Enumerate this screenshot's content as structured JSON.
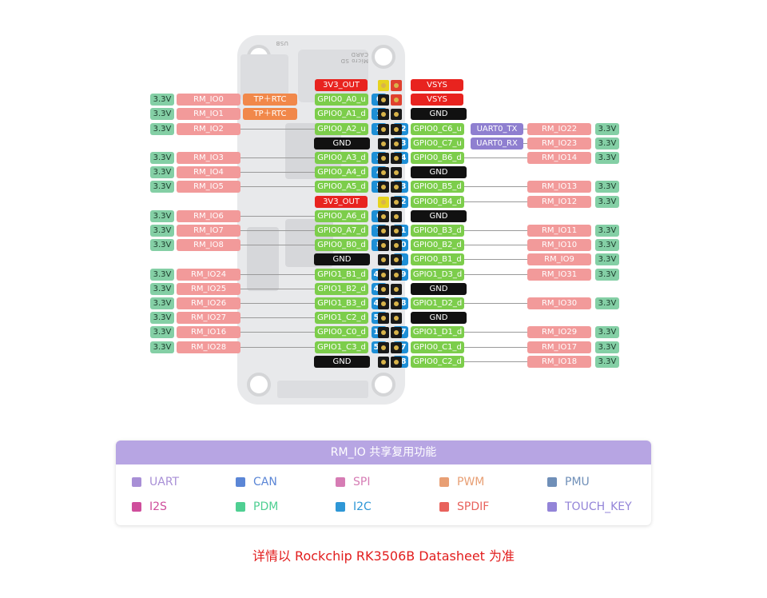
{
  "board": {
    "sd_label": "Micro SD CARD",
    "usb_label": "USB"
  },
  "pin_colors": {
    "power_3v3": "#84cfa5",
    "rm_io": "#f29a9a",
    "tp_rtc": "#f1884a",
    "gpio": "#7ccd4b",
    "pin_number": "#1e8fd6",
    "power_rail": "#e8231f",
    "ground": "#111111",
    "uart": "#8f7fd0"
  },
  "left_pins": [
    {
      "voltage": "",
      "rm": "",
      "func": "",
      "gpio": "3V3_OUT",
      "num": "",
      "kind": "power"
    },
    {
      "voltage": "3.3V",
      "rm": "RM_IO0",
      "func": "TP＋RTC",
      "gpio": "GPIO0_A0_u",
      "num": "0",
      "kind": "gpio"
    },
    {
      "voltage": "3.3V",
      "rm": "RM_IO1",
      "func": "TP＋RTC",
      "gpio": "GPIO0_A1_d",
      "num": "1",
      "kind": "gpio"
    },
    {
      "voltage": "3.3V",
      "rm": "RM_IO2",
      "func": "",
      "gpio": "GPIO0_A2_u",
      "num": "2",
      "kind": "gpio"
    },
    {
      "voltage": "",
      "rm": "",
      "func": "",
      "gpio": "GND",
      "num": "",
      "kind": "gnd"
    },
    {
      "voltage": "3.3V",
      "rm": "RM_IO3",
      "func": "",
      "gpio": "GPIO0_A3_d",
      "num": "3",
      "kind": "gpio"
    },
    {
      "voltage": "3.3V",
      "rm": "RM_IO4",
      "func": "",
      "gpio": "GPIO0_A4_d",
      "num": "4",
      "kind": "gpio"
    },
    {
      "voltage": "3.3V",
      "rm": "RM_IO5",
      "func": "",
      "gpio": "GPIO0_A5_d",
      "num": "5",
      "kind": "gpio"
    },
    {
      "voltage": "",
      "rm": "",
      "func": "",
      "gpio": "3V3_OUT",
      "num": "",
      "kind": "power"
    },
    {
      "voltage": "3.3V",
      "rm": "RM_IO6",
      "func": "",
      "gpio": "GPIO0_A6_d",
      "num": "6",
      "kind": "gpio"
    },
    {
      "voltage": "3.3V",
      "rm": "RM_IO7",
      "func": "",
      "gpio": "GPIO0_A7_d",
      "num": "7",
      "kind": "gpio"
    },
    {
      "voltage": "3.3V",
      "rm": "RM_IO8",
      "func": "",
      "gpio": "GPIO0_B0_d",
      "num": "8",
      "kind": "gpio"
    },
    {
      "voltage": "",
      "rm": "",
      "func": "",
      "gpio": "GND",
      "num": "",
      "kind": "gnd"
    },
    {
      "voltage": "3.3V",
      "rm": "RM_IO24",
      "func": "",
      "gpio": "GPIO1_B1_d",
      "num": "41",
      "kind": "gpio"
    },
    {
      "voltage": "3.3V",
      "rm": "RM_IO25",
      "func": "",
      "gpio": "GPIO1_B2_d",
      "num": "42",
      "kind": "gpio"
    },
    {
      "voltage": "3.3V",
      "rm": "RM_IO26",
      "func": "",
      "gpio": "GPIO1_B3_d",
      "num": "43",
      "kind": "gpio"
    },
    {
      "voltage": "3.3V",
      "rm": "RM_IO27",
      "func": "",
      "gpio": "GPIO1_C2_d",
      "num": "50",
      "kind": "gpio"
    },
    {
      "voltage": "3.3V",
      "rm": "RM_IO16",
      "func": "",
      "gpio": "GPIO0_C0_d",
      "num": "16",
      "kind": "gpio"
    },
    {
      "voltage": "3.3V",
      "rm": "RM_IO28",
      "func": "",
      "gpio": "GPIO1_C3_d",
      "num": "51",
      "kind": "gpio"
    },
    {
      "voltage": "",
      "rm": "",
      "func": "",
      "gpio": "GND",
      "num": "",
      "kind": "gnd"
    }
  ],
  "right_pins": [
    {
      "num": "",
      "gpio": "VSYS",
      "func": "",
      "rm": "",
      "voltage": "",
      "kind": "power"
    },
    {
      "num": "",
      "gpio": "VSYS",
      "func": "",
      "rm": "",
      "voltage": "",
      "kind": "power"
    },
    {
      "num": "",
      "gpio": "GND",
      "func": "",
      "rm": "",
      "voltage": "",
      "kind": "gnd"
    },
    {
      "num": "22",
      "gpio": "GPIO0_C6_u",
      "func": "UART0_TX",
      "rm": "RM_IO22",
      "voltage": "3.3V",
      "kind": "gpio"
    },
    {
      "num": "23",
      "gpio": "GPIO0_C7_u",
      "func": "UART0_RX",
      "rm": "RM_IO23",
      "voltage": "3.3V",
      "kind": "gpio"
    },
    {
      "num": "14",
      "gpio": "GPIO0_B6_d",
      "func": "",
      "rm": "RM_IO14",
      "voltage": "3.3V",
      "kind": "gpio"
    },
    {
      "num": "",
      "gpio": "GND",
      "func": "",
      "rm": "",
      "voltage": "",
      "kind": "gnd"
    },
    {
      "num": "13",
      "gpio": "GPIO0_B5_d",
      "func": "",
      "rm": "RM_IO13",
      "voltage": "3.3V",
      "kind": "gpio"
    },
    {
      "num": "12",
      "gpio": "GPIO0_B4_d",
      "func": "",
      "rm": "RM_IO12",
      "voltage": "3.3V",
      "kind": "gpio"
    },
    {
      "num": "",
      "gpio": "GND",
      "func": "",
      "rm": "",
      "voltage": "",
      "kind": "gnd"
    },
    {
      "num": "11",
      "gpio": "GPIO0_B3_d",
      "func": "",
      "rm": "RM_IO11",
      "voltage": "3.3V",
      "kind": "gpio"
    },
    {
      "num": "10",
      "gpio": "GPIO0_B2_d",
      "func": "",
      "rm": "RM_IO10",
      "voltage": "3.3V",
      "kind": "gpio"
    },
    {
      "num": "9",
      "gpio": "GPIO0_B1_d",
      "func": "",
      "rm": "RM_IO9",
      "voltage": "3.3V",
      "kind": "gpio"
    },
    {
      "num": "59",
      "gpio": "GPIO1_D3_d",
      "func": "",
      "rm": "RM_IO31",
      "voltage": "3.3V",
      "kind": "gpio"
    },
    {
      "num": "",
      "gpio": "GND",
      "func": "",
      "rm": "",
      "voltage": "",
      "kind": "gnd"
    },
    {
      "num": "58",
      "gpio": "GPIO1_D2_d",
      "func": "",
      "rm": "RM_IO30",
      "voltage": "3.3V",
      "kind": "gpio"
    },
    {
      "num": "",
      "gpio": "GND",
      "func": "",
      "rm": "",
      "voltage": "",
      "kind": "gnd"
    },
    {
      "num": "57",
      "gpio": "GPIO1_D1_d",
      "func": "",
      "rm": "RM_IO29",
      "voltage": "3.3V",
      "kind": "gpio"
    },
    {
      "num": "17",
      "gpio": "GPIO0_C1_d",
      "func": "",
      "rm": "RM_IO17",
      "voltage": "3.3V",
      "kind": "gpio"
    },
    {
      "num": "18",
      "gpio": "GPIO0_C2_d",
      "func": "",
      "rm": "RM_IO18",
      "voltage": "3.3V",
      "kind": "gpio"
    }
  ],
  "legend": {
    "title": "RM_IO 共享复用功能",
    "items": [
      {
        "label": "UART",
        "color": "#a88fd6"
      },
      {
        "label": "CAN",
        "color": "#5b86d6"
      },
      {
        "label": "SPI",
        "color": "#d67cb4"
      },
      {
        "label": "PWM",
        "color": "#e89f74"
      },
      {
        "label": "PMU",
        "color": "#6f8fb8"
      },
      {
        "label": "I2S",
        "color": "#cf4e9c"
      },
      {
        "label": "PDM",
        "color": "#4fcf92"
      },
      {
        "label": "I2C",
        "color": "#2e97d6"
      },
      {
        "label": "SPDIF",
        "color": "#e8625c"
      },
      {
        "label": "TOUCH_KEY",
        "color": "#9384d8"
      }
    ]
  },
  "footnote": "详情以 Rockchip RK3506B Datasheet 为准"
}
